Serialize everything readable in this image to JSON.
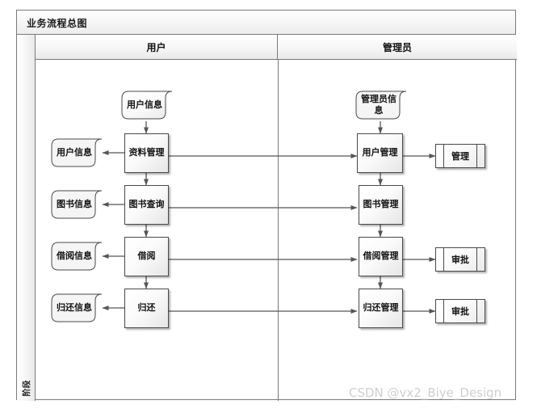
{
  "diagram": {
    "title": "业务流程总图",
    "phase_label": "阶段",
    "watermark": "CSDN @vx2_Biye_Design",
    "lanes": [
      {
        "id": "user",
        "label": "用户"
      },
      {
        "id": "admin",
        "label": "管理员"
      }
    ],
    "nodes": {
      "user_info_start": {
        "label": "用户信息",
        "type": "document"
      },
      "profile_manage": {
        "label": "资料管理",
        "type": "process"
      },
      "book_query": {
        "label": "图书查询",
        "type": "process"
      },
      "borrow": {
        "label": "借阅",
        "type": "process"
      },
      "return": {
        "label": "归还",
        "type": "process"
      },
      "user_info_store": {
        "label": "用户信息",
        "type": "document"
      },
      "book_info_store": {
        "label": "图书信息",
        "type": "document"
      },
      "borrow_info_store": {
        "label": "借阅信息",
        "type": "document"
      },
      "return_info_store": {
        "label": "归还信息",
        "type": "document"
      },
      "admin_info_start": {
        "label": "管理员信息",
        "type": "document"
      },
      "user_manage": {
        "label": "用户管理",
        "type": "process"
      },
      "book_manage": {
        "label": "图书管理",
        "type": "process"
      },
      "borrow_manage": {
        "label": "借阅管理",
        "type": "process"
      },
      "return_manage": {
        "label": "归还管理",
        "type": "process"
      },
      "manage_store": {
        "label": "管理",
        "type": "datastore"
      },
      "approve_borrow": {
        "label": "审批",
        "type": "datastore"
      },
      "approve_return": {
        "label": "审批",
        "type": "datastore"
      }
    },
    "colors": {
      "frame_border": "#7a7a7a",
      "shape_border": "#4a4a4a",
      "connector": "#555555",
      "watermark": "#cfcfcf",
      "header_fill": "#f0f0f0"
    }
  }
}
